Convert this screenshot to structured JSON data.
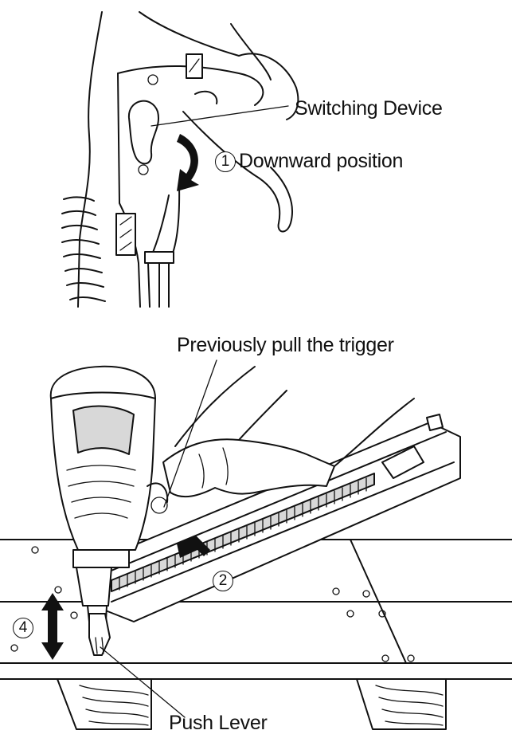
{
  "top_figure": {
    "label_switching_device": "Switching Device",
    "step1_number": "1",
    "label_downward_position": "Downward position"
  },
  "bottom_figure": {
    "label_trigger": "Previously pull the trigger",
    "step2_number": "2",
    "step4_number": "4",
    "label_push_lever": "Push Lever"
  },
  "icons": [
    "circled-number-badge",
    "curved-down-arrow-icon",
    "straight-arrow-icon",
    "double-arrow-icon"
  ],
  "colors": {
    "ink": "#111111",
    "paper": "#ffffff",
    "shade": "#d8d8d8"
  }
}
